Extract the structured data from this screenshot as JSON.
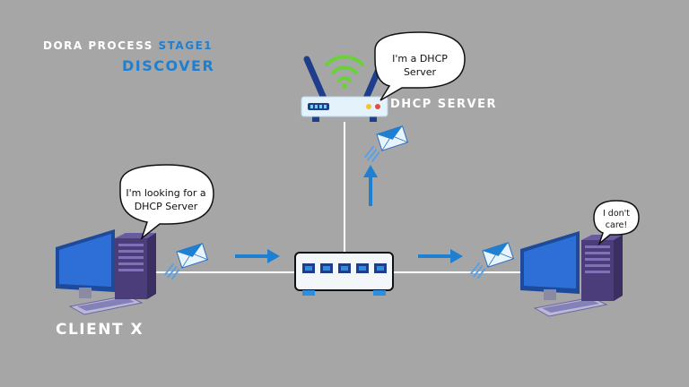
{
  "title": {
    "prefix": "DORA PROCESS ",
    "stage": "STAGE1",
    "phase": "DISCOVER"
  },
  "labels": {
    "server": "DHCP SERVER",
    "client": "CLIENT X"
  },
  "bubbles": {
    "server": "I'm a DHCP Server",
    "client": "I'm looking for a DHCP Server",
    "other_client": "I don't care!"
  },
  "colors": {
    "background": "#a6a6a6",
    "accent": "#1f7fd1",
    "text_light": "#ffffff",
    "router_body": "#e3f2fb",
    "wifi": "#6ad13a",
    "monitor": "#1e4a9c",
    "tower": "#4b3c7a"
  },
  "icons": [
    "router-icon",
    "wifi-icon",
    "switch-icon",
    "desktop-computer-icon",
    "envelope-icon",
    "arrow-right-icon",
    "arrow-up-icon",
    "speech-bubble-icon"
  ]
}
